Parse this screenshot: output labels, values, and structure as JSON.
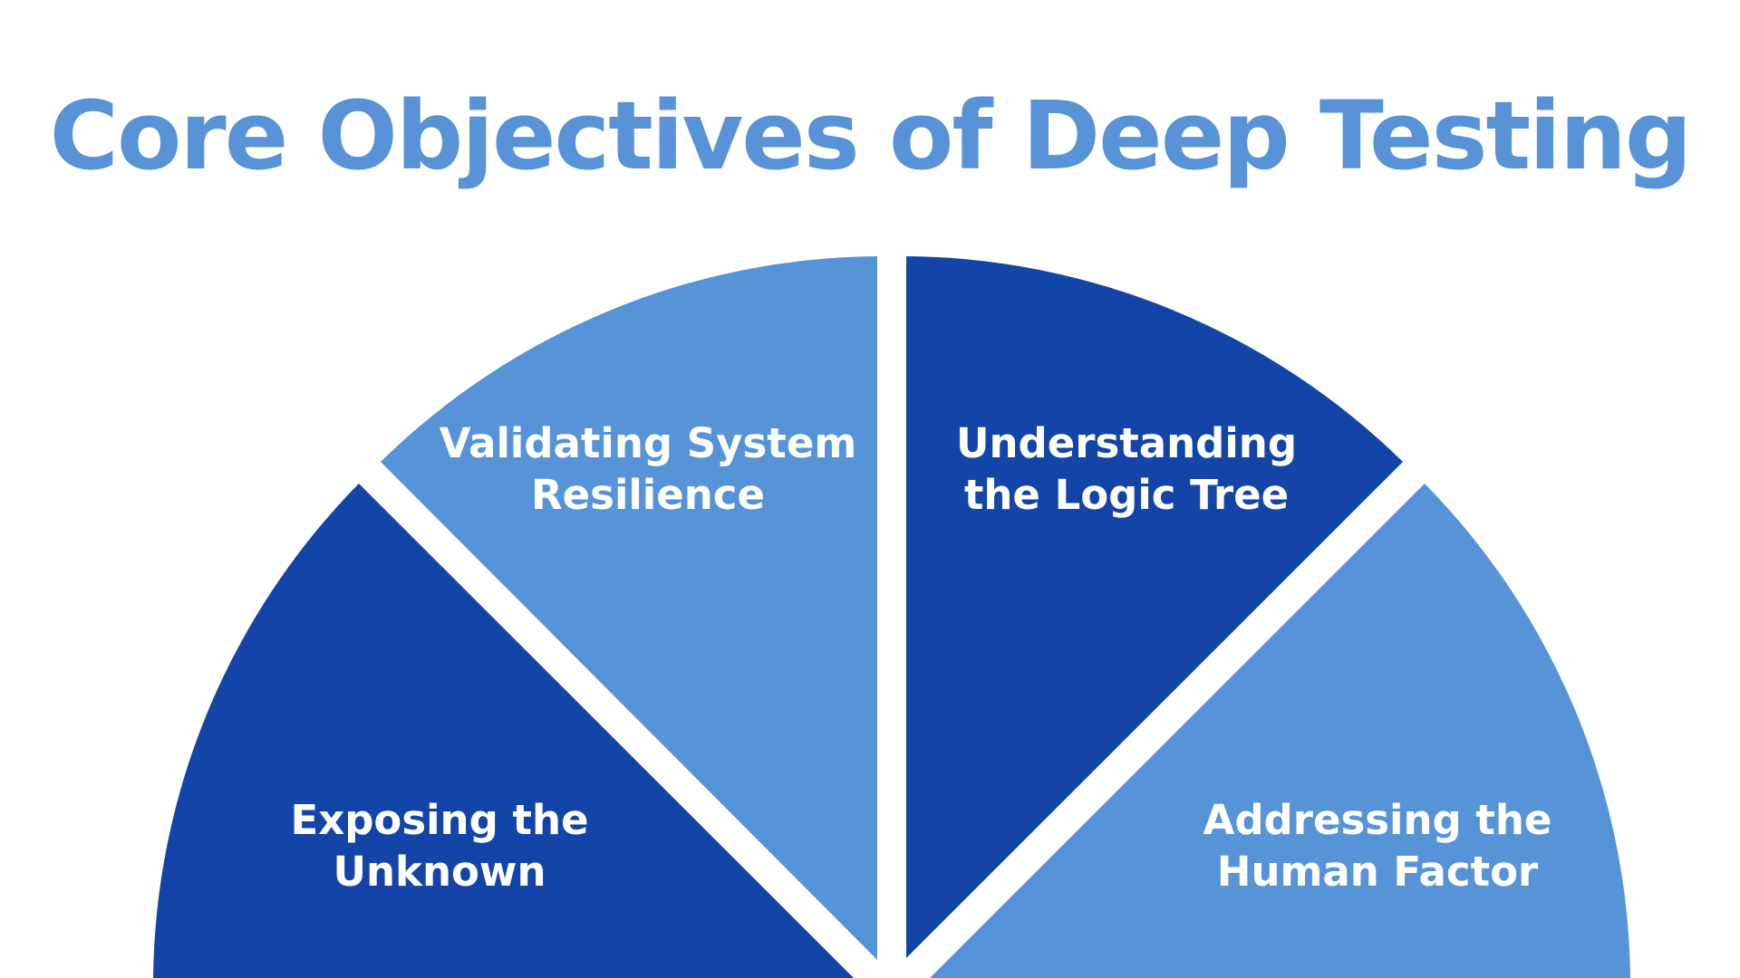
{
  "title": "Core Objectives of Deep Testing",
  "colors": {
    "dark_blue": "#1345a8",
    "light_blue": "#5794d7",
    "title_blue": "#5793d6",
    "background": "#ffffff"
  },
  "segments": [
    {
      "id": "exposing",
      "lines": [
        "Exposing the",
        "Unknown"
      ],
      "color": "#1345a8"
    },
    {
      "id": "validating",
      "lines": [
        "Validating System",
        "Resilience"
      ],
      "color": "#5794d7"
    },
    {
      "id": "understanding",
      "lines": [
        "Understanding",
        "the Logic Tree"
      ],
      "color": "#1345a8"
    },
    {
      "id": "addressing",
      "lines": [
        "Addressing the",
        "Human Factor"
      ],
      "color": "#5794d7"
    }
  ]
}
